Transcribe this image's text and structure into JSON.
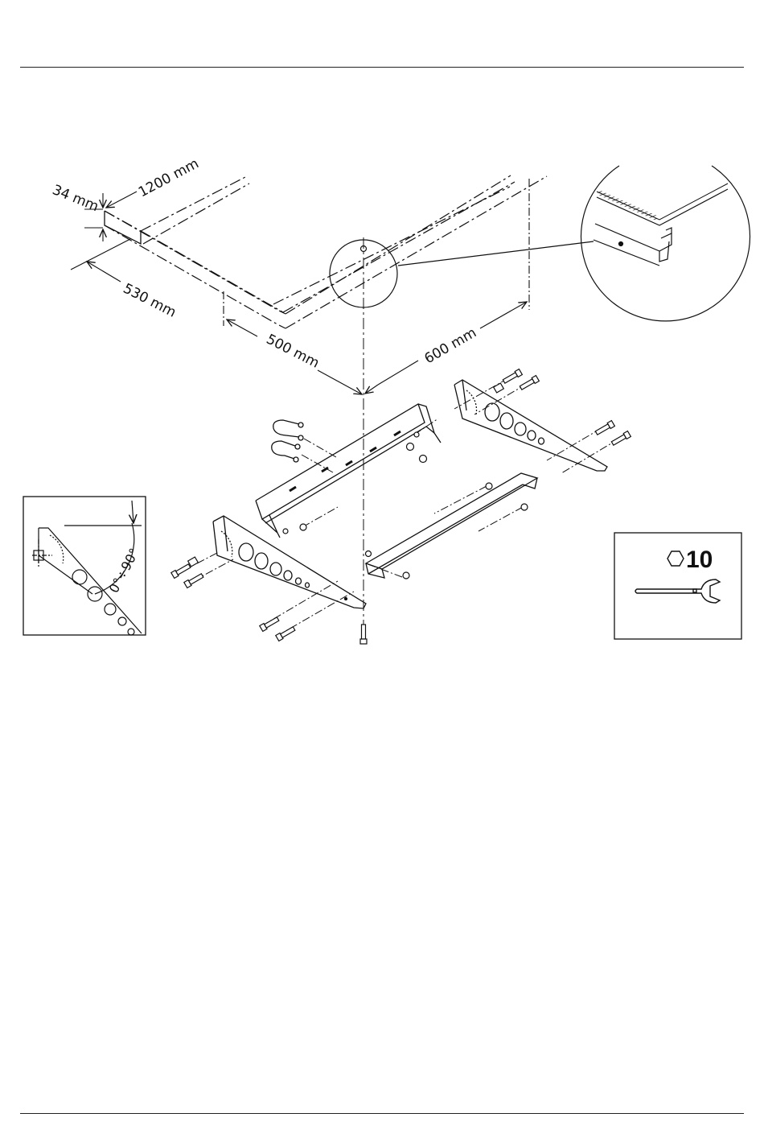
{
  "dimensions": {
    "thickness": "34 mm",
    "length": "1200 mm",
    "depth": "530 mm",
    "left_offset": "500 mm",
    "right_offset": "600 mm"
  },
  "angle_inset": {
    "label": "0°÷90°"
  },
  "tool_box": {
    "wrench_size": "10",
    "icons": [
      "hex-nut-icon",
      "wrench-icon"
    ]
  }
}
